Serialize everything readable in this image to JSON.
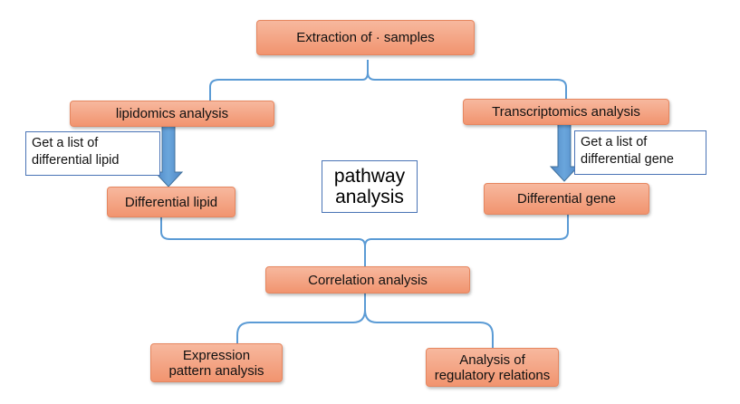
{
  "nodes": {
    "extraction": "Extraction of · samples",
    "lipidomics": "lipidomics analysis",
    "transcriptomics": "Transcriptomics analysis",
    "diff_lipid": "Differential lipid",
    "diff_gene": "Differential gene",
    "correlation": "Correlation analysis",
    "expression": "Expression\npattern analysis",
    "regulatory": "Analysis of\nregulatory relations"
  },
  "notes": {
    "lipid_list": "Get a list of\ndifferential lipid",
    "gene_list": "Get a list of\ndifferential gene"
  },
  "center_label": "pathway\nanalysis",
  "colors": {
    "node_fill_top": "#f7b89e",
    "node_fill_bottom": "#f1946f",
    "connector": "#5b9bd5",
    "arrow": "#5b9bd5",
    "note_border": "#4a74b6"
  }
}
